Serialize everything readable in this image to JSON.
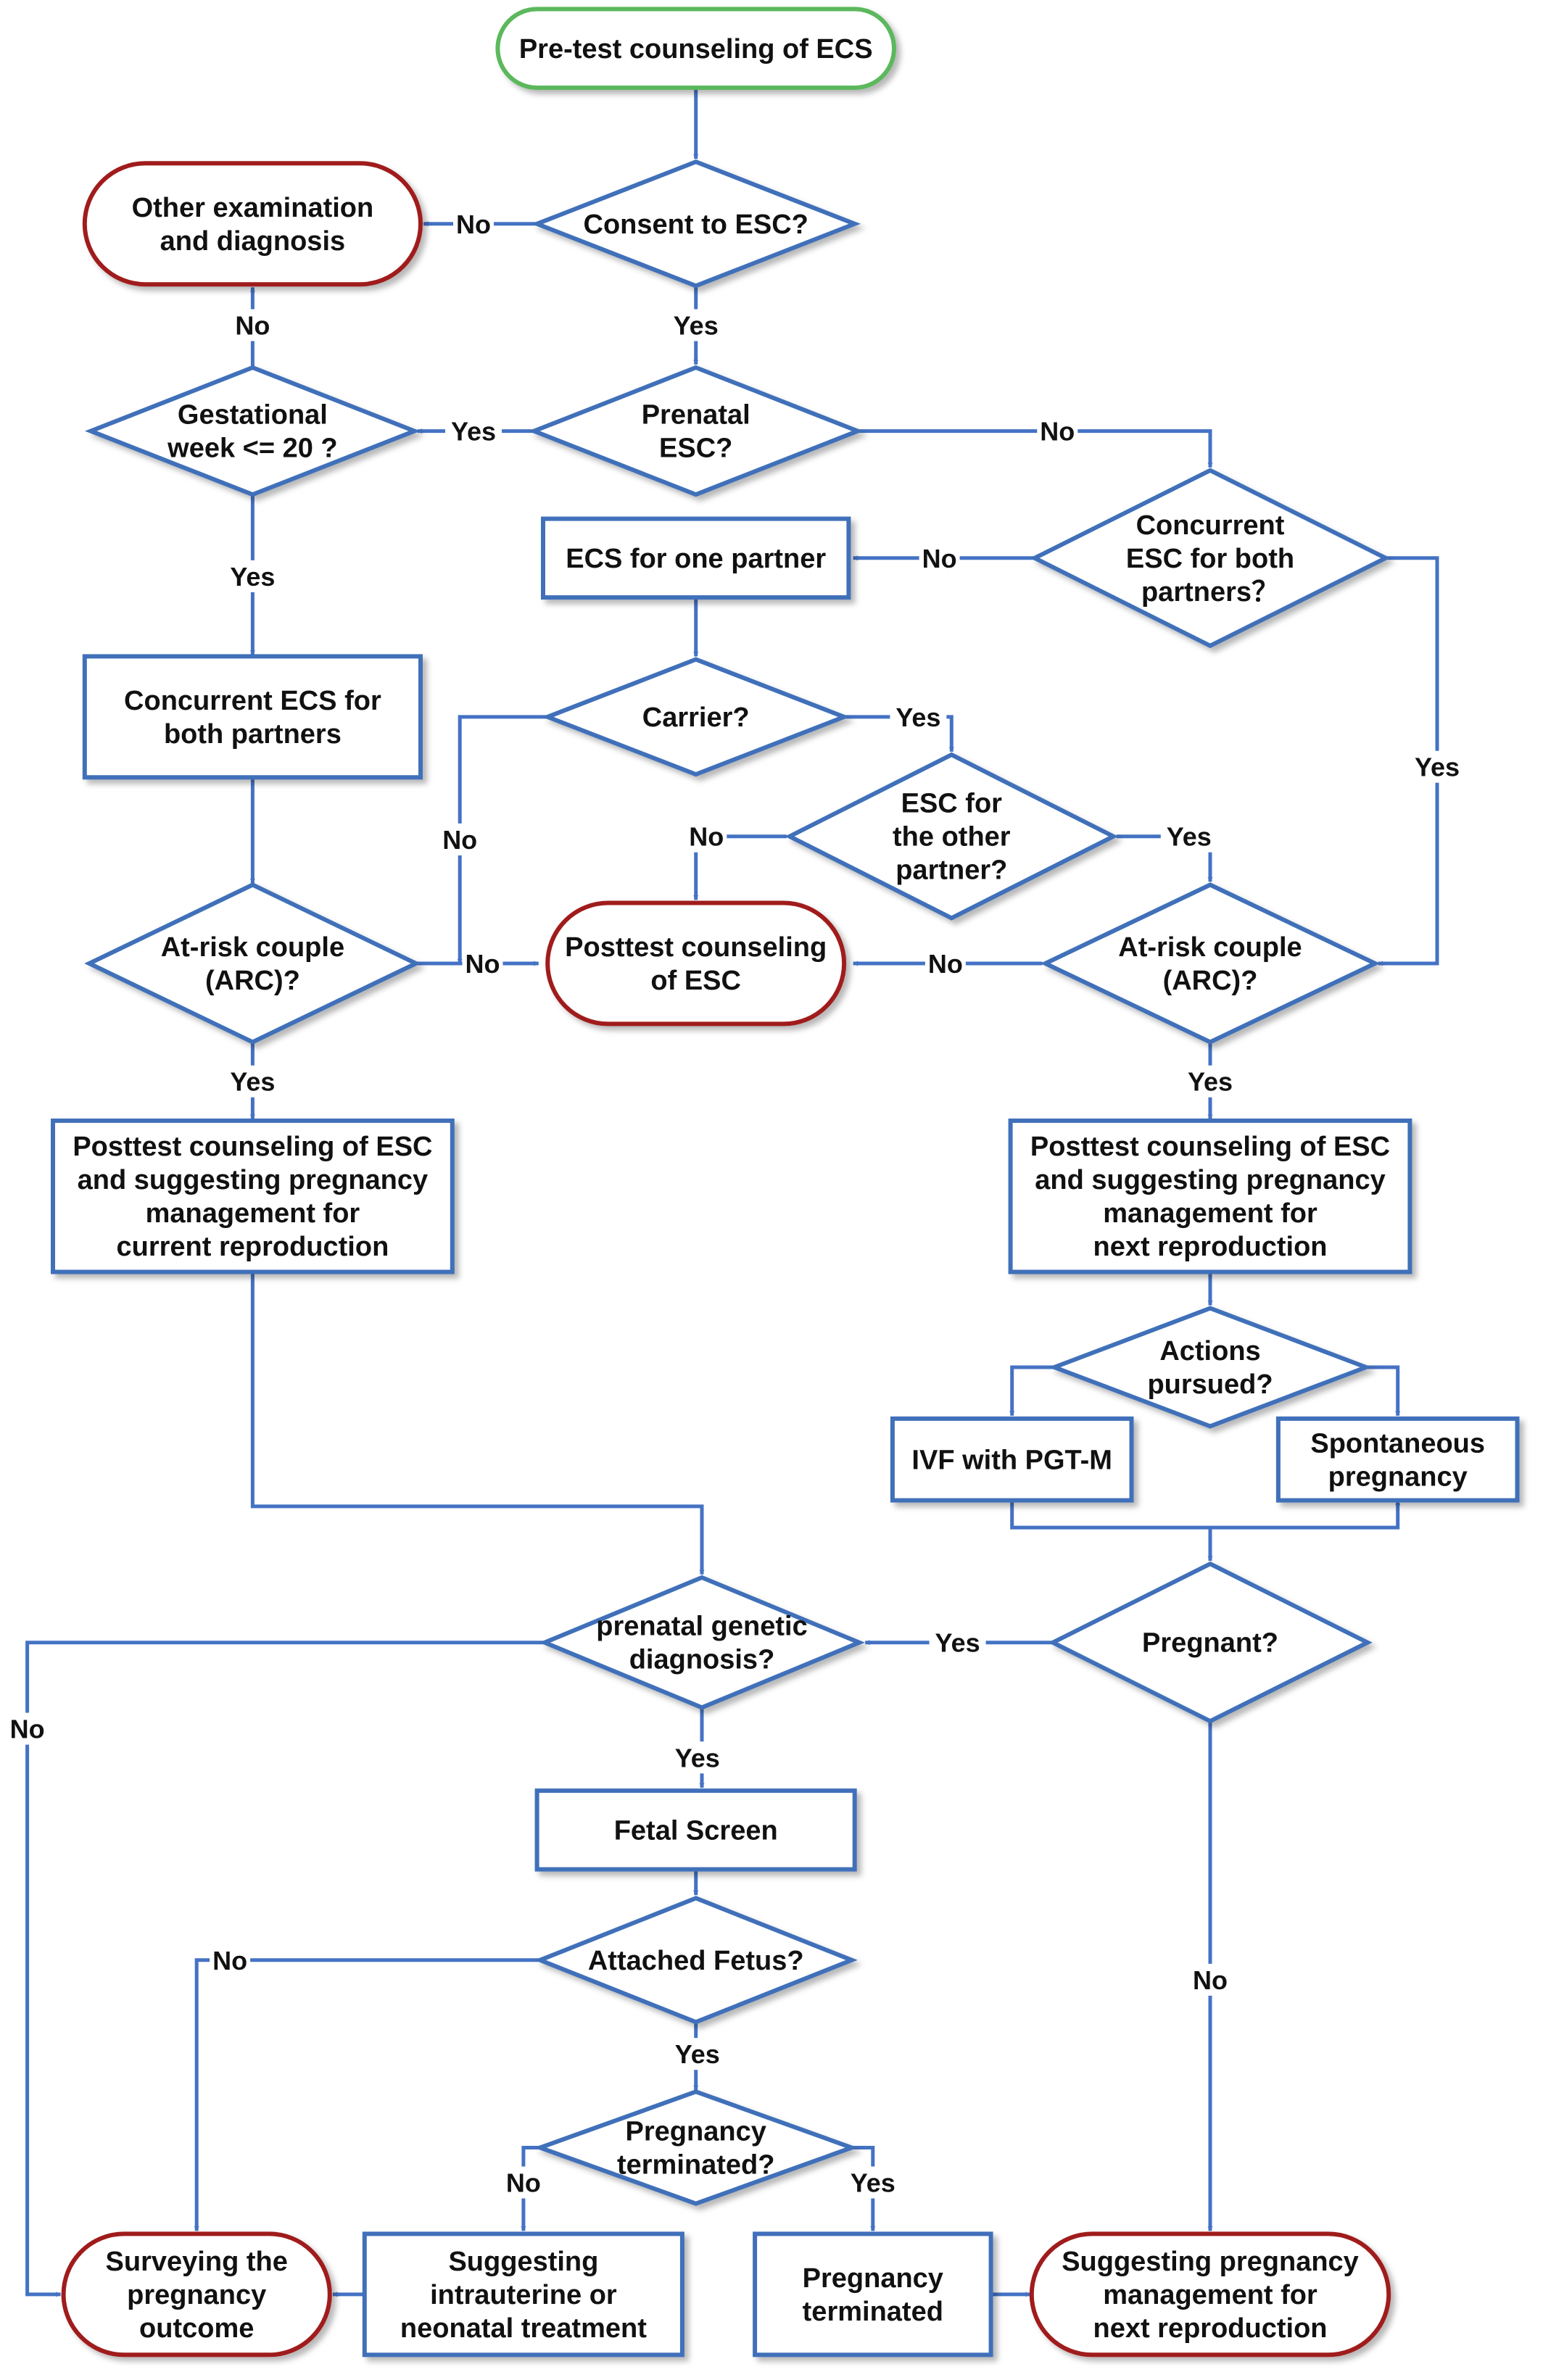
{
  "colors": {
    "line": "#4472c4",
    "start_border": "#5cb85c",
    "terminal_border": "#a01c1c",
    "process_border": "#3f6fb9",
    "decision_border": "#3f6fb9",
    "fill": "#ffffff",
    "text": "#111111"
  },
  "nodes": {
    "start": [
      "Pre-test counseling of ECS"
    ],
    "other_exam": [
      "Other examination",
      "and diagnosis"
    ],
    "consent": [
      "Consent to ESC?"
    ],
    "prenatal_esc": [
      "Prenatal",
      "ESC?"
    ],
    "gestational": [
      "Gestational",
      "week <= 20 ?"
    ],
    "concurrent_q": [
      "Concurrent",
      "ESC for both",
      "partners？"
    ],
    "ecs_one": [
      "ECS for one partner"
    ],
    "carrier": [
      "Carrier?"
    ],
    "concurrent_ecs": [
      "Concurrent ECS for",
      "both partners"
    ],
    "esc_other": [
      "ESC for",
      "the other",
      "partner?"
    ],
    "arc_left": [
      "At-risk couple",
      "(ARC)?"
    ],
    "posttest_center": [
      "Posttest counseling",
      "of ESC"
    ],
    "arc_right": [
      "At-risk couple",
      "(ARC)?"
    ],
    "posttest_left": [
      "Posttest counseling of ESC",
      "and suggesting pregnancy",
      "management for",
      "current reproduction"
    ],
    "posttest_right": [
      "Posttest counseling of ESC",
      "and suggesting pregnancy",
      "management for",
      "next reproduction"
    ],
    "actions": [
      "Actions",
      "pursued?"
    ],
    "ivf": [
      "IVF with PGT-M"
    ],
    "spontaneous": [
      "Spontaneous",
      "pregnancy"
    ],
    "prenatal_dx": [
      "prenatal genetic",
      "diagnosis?"
    ],
    "pregnant": [
      "Pregnant?"
    ],
    "fetal_screen": [
      "Fetal Screen"
    ],
    "attached": [
      "Attached Fetus?"
    ],
    "terminated_q": [
      "Pregnancy",
      "terminated?"
    ],
    "surveying": [
      "Surveying the",
      "pregnancy",
      "outcome"
    ],
    "suggest_treatment": [
      "Suggesting",
      "intrauterine or",
      "neonatal treatment"
    ],
    "preg_terminated": [
      "Pregnancy",
      "terminated"
    ],
    "suggest_next": [
      "Suggesting pregnancy",
      "management for",
      "next reproduction"
    ]
  },
  "edge_labels": {
    "consent_no": "No",
    "consent_yes": "Yes",
    "gest_no": "No",
    "prenatal_yes": "Yes",
    "prenatal_no": "No",
    "gest_yes": "Yes",
    "concurrent_no": "No",
    "carrier_yes": "Yes",
    "concurrent_yes": "Yes",
    "carrier_no": "No",
    "other_no": "No",
    "other_yes": "Yes",
    "arc_left_no": "No",
    "arc_right_no": "No",
    "arc_left_yes": "Yes",
    "arc_right_yes": "Yes",
    "pregnant_yes": "Yes",
    "prenatal_dx_no": "No",
    "prenatal_dx_yes": "Yes",
    "attached_no": "No",
    "pregnant_no": "No",
    "attached_yes": "Yes",
    "terminated_no": "No",
    "terminated_yes": "Yes"
  }
}
